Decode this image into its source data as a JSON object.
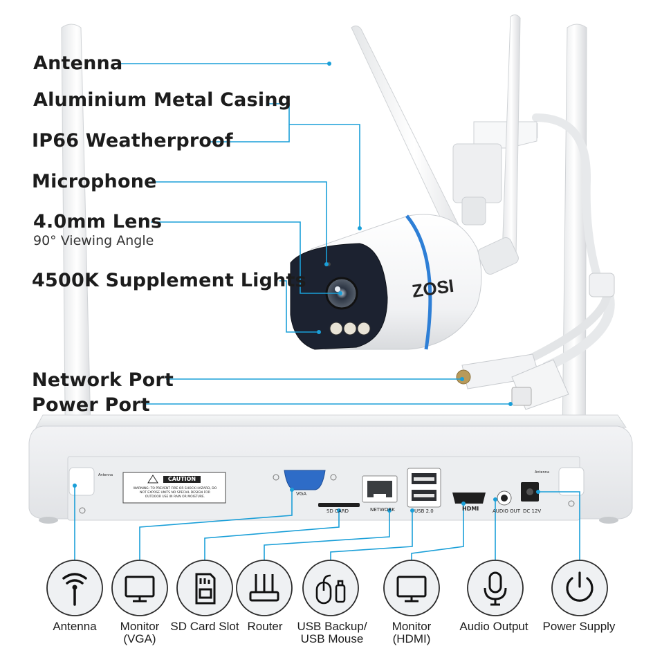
{
  "camera_features": {
    "antenna": "Antenna",
    "casing": "Aluminium Metal Casing",
    "weatherproof": "IP66 Weatherproof",
    "microphone": "Microphone",
    "lens": "4.0mm Lens",
    "lens_sub": "90° Viewing Angle",
    "lights": "4500K Supplement Lights",
    "network_port": "Network Port",
    "power_port": "Power Port"
  },
  "camera_brand": "ZOSI",
  "nvr_panel": {
    "caution_title": "CAUTION",
    "caution_line1": "WARNING: TO PREVENT FIRE OR SHOCK HAZARD, DO",
    "caution_line2": "NOT EXPOSE UNITS NO SPECIAL DESIGN FOR",
    "caution_line3": "OUTDOOR USE IN RAIN OR MOISTURE.",
    "antenna_tag": "Antenna",
    "vga": "VGA",
    "sd_card": "SD CARD",
    "network": "NETWORK",
    "usb": "USB 2.0",
    "hdmi": "HDMI",
    "audio_out": "AUDIO OUT",
    "dc": "DC 12V"
  },
  "port_icons": [
    {
      "id": "antenna",
      "icon": "antenna-icon",
      "line1": "Antenna",
      "line2": ""
    },
    {
      "id": "monitor-vga",
      "icon": "monitor-icon",
      "line1": "Monitor",
      "line2": "(VGA)"
    },
    {
      "id": "sd-card",
      "icon": "sd-card-icon",
      "line1": "SD Card Slot",
      "line2": ""
    },
    {
      "id": "router",
      "icon": "router-icon",
      "line1": "Router",
      "line2": ""
    },
    {
      "id": "usb",
      "icon": "mouse-usb-icon",
      "line1": "USB Backup/",
      "line2": "USB Mouse"
    },
    {
      "id": "monitor-hdmi",
      "icon": "monitor-icon",
      "line1": "Monitor",
      "line2": "(HDMI)"
    },
    {
      "id": "audio",
      "icon": "microphone-icon",
      "line1": "Audio Output",
      "line2": ""
    },
    {
      "id": "power",
      "icon": "power-icon",
      "line1": "Power Supply",
      "line2": ""
    }
  ],
  "colors": {
    "accent": "#1a9fd8",
    "circle_fill": "#eff1f3",
    "circle_stroke": "#2a2a2a",
    "text": "#1c1c1c"
  }
}
